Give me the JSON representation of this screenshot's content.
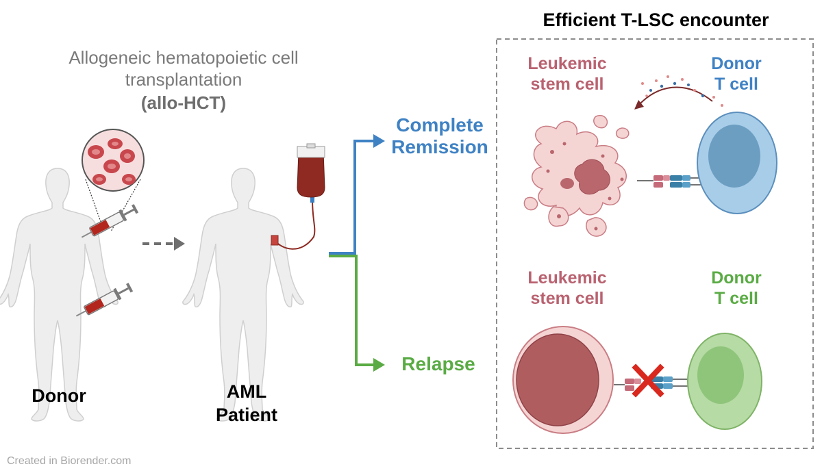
{
  "title": {
    "line1": "Allogeneic hematopoietic cell",
    "line2": "transplantation",
    "abbrev": "(allo-HCT)"
  },
  "figures": {
    "donor_label": "Donor",
    "patient_label_1": "AML",
    "patient_label_2": "Patient"
  },
  "outcomes": {
    "remission_1": "Complete",
    "remission_2": "Remission",
    "relapse": "Relapse"
  },
  "panel": {
    "title": "Efficient T-LSC encounter",
    "top": {
      "lsc_1": "Leukemic",
      "lsc_2": "stem cell",
      "tcell_1": "Donor",
      "tcell_2": "T cell"
    },
    "bottom": {
      "lsc_1": "Leukemic",
      "lsc_2": "stem cell",
      "tcell_1": "Donor",
      "tcell_2": "T cell"
    }
  },
  "credit": "Created in Biorender.com",
  "colors": {
    "remission": "#3f82c4",
    "relapse": "#5aab44",
    "leukemic": "#b96270",
    "blood": "#8e2a22",
    "tcell_blue": "#a8cde8",
    "tcell_green": "#b6dba4"
  },
  "icons": [
    "human-silhouette",
    "syringe-icon",
    "blood-bag-icon",
    "red-blood-cells-icon",
    "cross-mark-icon"
  ]
}
